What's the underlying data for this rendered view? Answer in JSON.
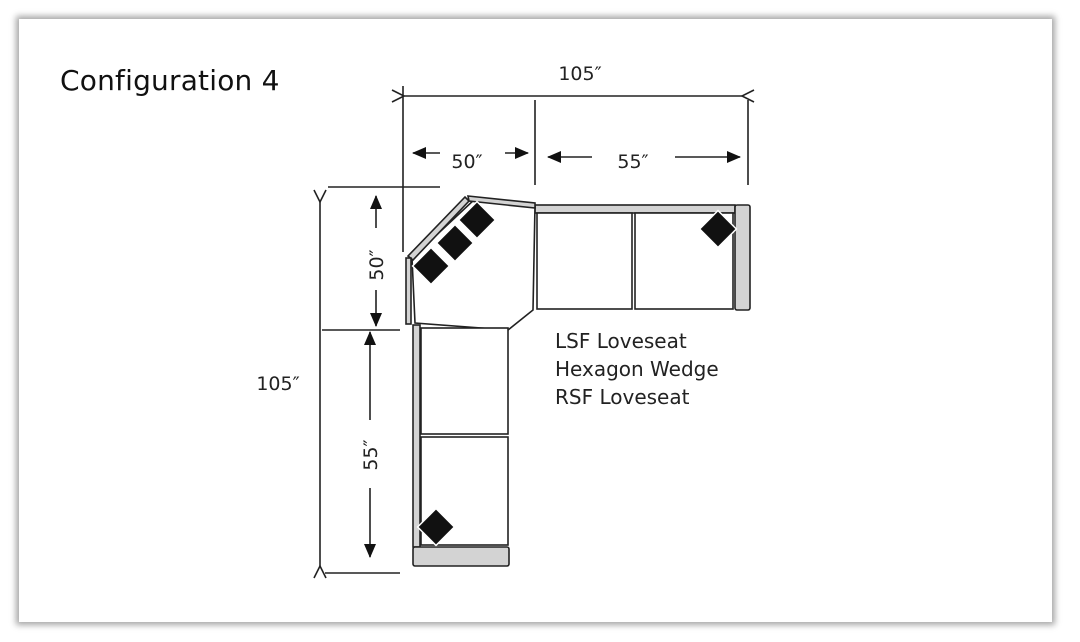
{
  "title": "Configuration 4",
  "dimensions": {
    "overall_width": "105″",
    "wedge_width": "50″",
    "rsf_width": "55″",
    "overall_depth": "105″",
    "wedge_depth": "50″",
    "lsf_depth": "55″"
  },
  "pieces": [
    "LSF Loveseat",
    "Hexagon Wedge",
    "RSF Loveseat"
  ],
  "colors": {
    "line": "#222222",
    "arm": "#d3d3d3",
    "pillow": "#111111"
  }
}
